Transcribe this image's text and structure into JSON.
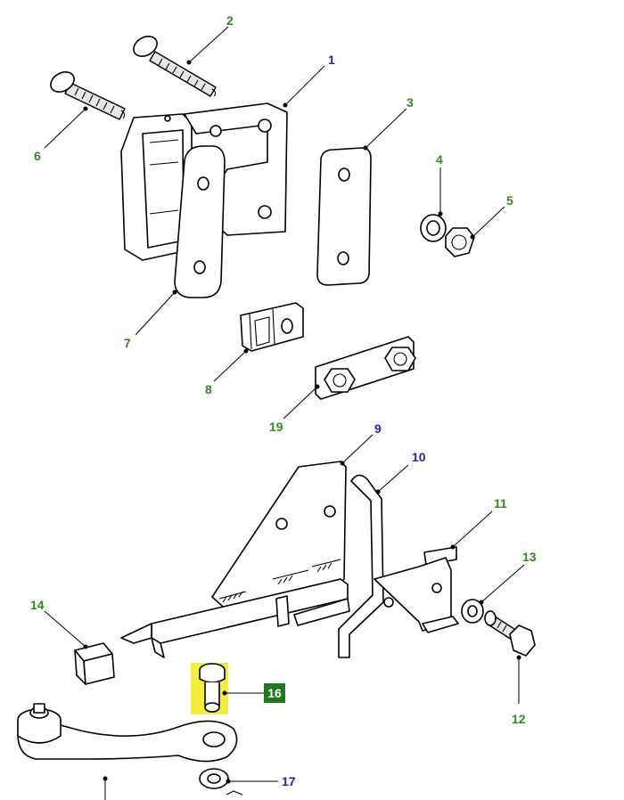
{
  "colors": {
    "green_label": "#2e8b1e",
    "blue_label": "#2222cc",
    "highlight": "#f2ef3a",
    "badge_bg": "#1f7a1f",
    "badge_text": "#ffffff"
  },
  "callouts": [
    {
      "id": "1",
      "text": "1",
      "color": "blue"
    },
    {
      "id": "2",
      "text": "2",
      "color": "green"
    },
    {
      "id": "3",
      "text": "3",
      "color": "green"
    },
    {
      "id": "4",
      "text": "4",
      "color": "green"
    },
    {
      "id": "5",
      "text": "5",
      "color": "green"
    },
    {
      "id": "6",
      "text": "6",
      "color": "green"
    },
    {
      "id": "7",
      "text": "7",
      "color": "green"
    },
    {
      "id": "8",
      "text": "8",
      "color": "green"
    },
    {
      "id": "19",
      "text": "19",
      "color": "green"
    },
    {
      "id": "9",
      "text": "9",
      "color": "blue"
    },
    {
      "id": "10",
      "text": "10",
      "color": "blue"
    },
    {
      "id": "11",
      "text": "11",
      "color": "green"
    },
    {
      "id": "13",
      "text": "13",
      "color": "green"
    },
    {
      "id": "14",
      "text": "14",
      "color": "green"
    },
    {
      "id": "12",
      "text": "12",
      "color": "green"
    },
    {
      "id": "17",
      "text": "17",
      "color": "blue"
    }
  ],
  "selected_part": {
    "text": "16"
  }
}
